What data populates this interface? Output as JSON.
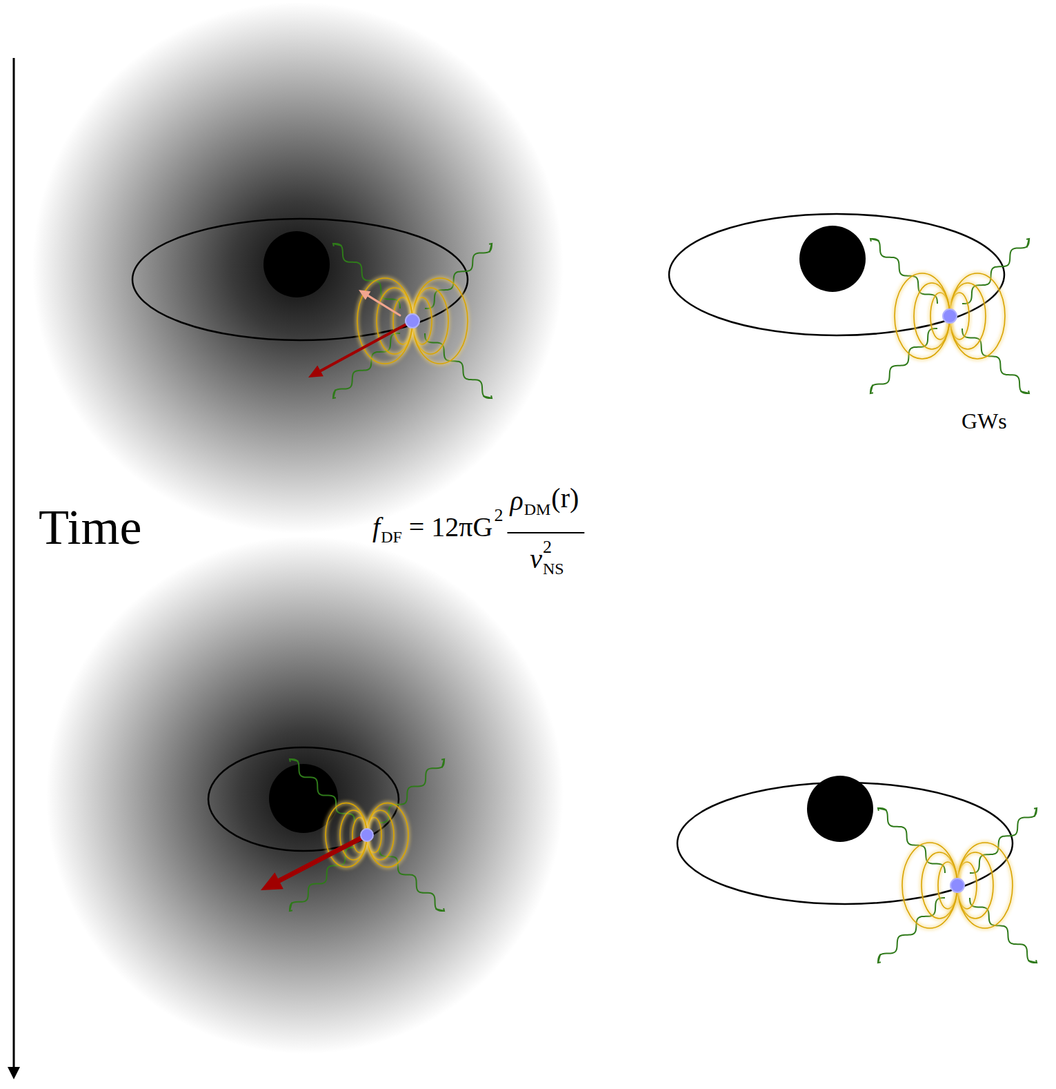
{
  "diagram": {
    "labels": [
      "Time",
      "GWs",
      "f",
      "DF",
      "= 12πG",
      "2",
      "ρ",
      "DM",
      "(r)",
      "v",
      "NS",
      "2"
    ]
  }
}
